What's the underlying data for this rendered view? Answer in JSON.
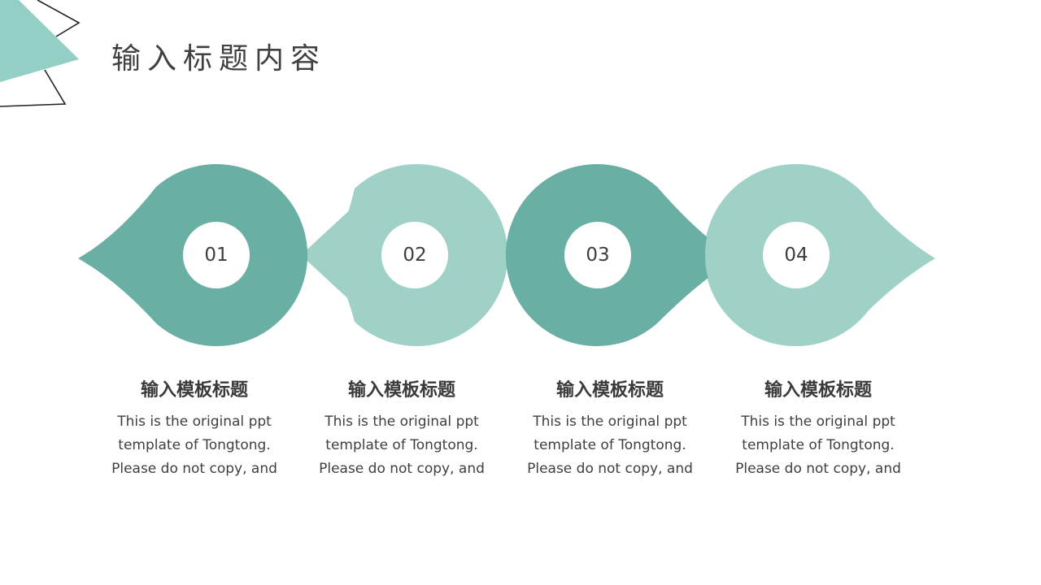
{
  "slide": {
    "title": "输入标题内容",
    "colors": {
      "dark_teal": "#69afa3",
      "light_teal": "#9fd1c7",
      "corner_teal": "#94cfc5",
      "text": "#404040",
      "background": "#ffffff"
    }
  },
  "steps": [
    {
      "number": "01",
      "heading": "输入模板标题",
      "lines": [
        "This is the original ppt",
        "template of Tongtong.",
        "Please do not copy, and"
      ],
      "color": "dark_teal"
    },
    {
      "number": "02",
      "heading": "输入模板标题",
      "lines": [
        "This is the original ppt",
        "template of Tongtong.",
        "Please do not copy, and"
      ],
      "color": "light_teal"
    },
    {
      "number": "03",
      "heading": "输入模板标题",
      "lines": [
        "This is the original ppt",
        "template of Tongtong.",
        "Please do not copy, and"
      ],
      "color": "dark_teal"
    },
    {
      "number": "04",
      "heading": "输入模板标题",
      "lines": [
        "This is the original ppt",
        "template of Tongtong.",
        "Please do not copy, and"
      ],
      "color": "light_teal"
    }
  ]
}
